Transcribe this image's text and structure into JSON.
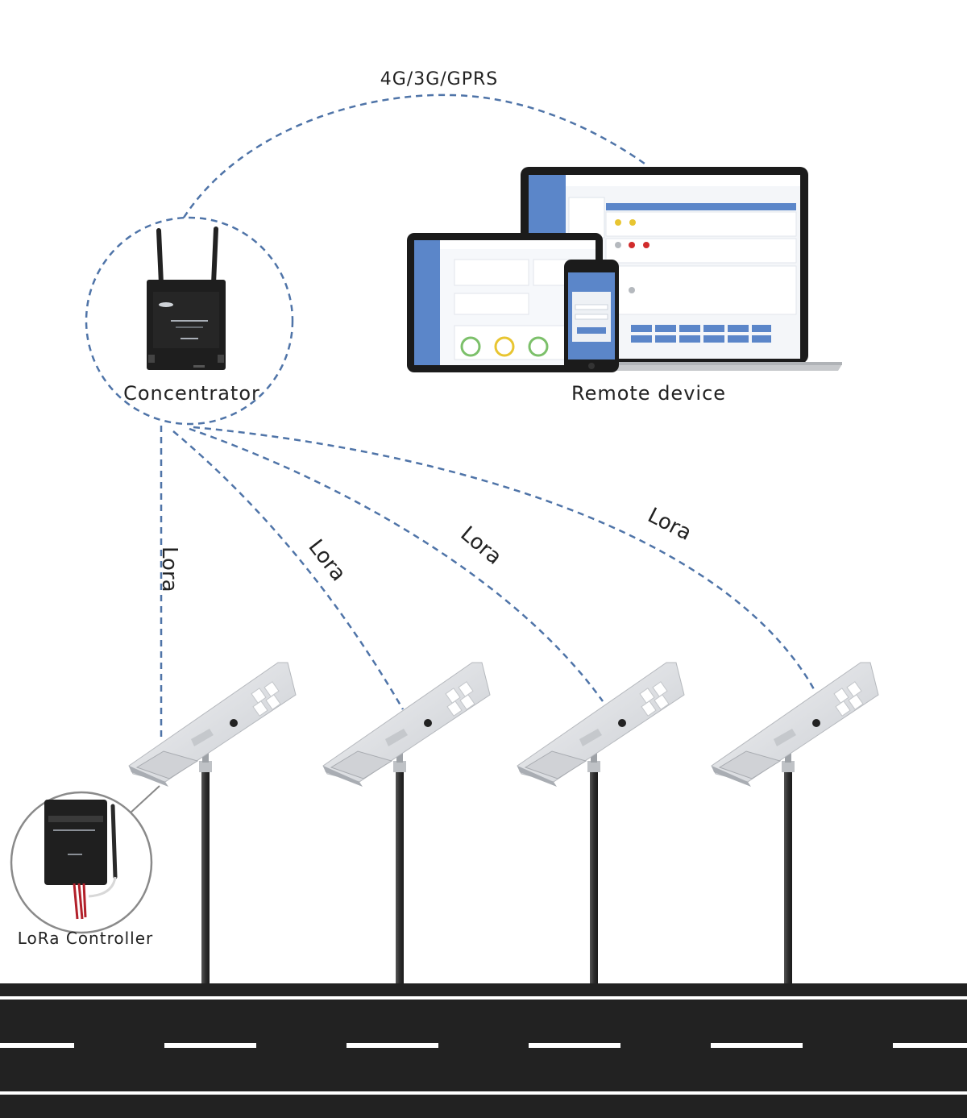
{
  "labels": {
    "uplink": "4G/3G/GPRS",
    "concentrator": "Concentrator",
    "remote_device": "Remote device",
    "lora_controller": "LoRa Controller",
    "lora_links": [
      "Lora",
      "Lora",
      "Lora",
      "Lora"
    ]
  },
  "colors": {
    "link_dashed": "#4f74a8",
    "road": "#222222",
    "road_marking": "#ffffff",
    "pole": "#3a3a3a",
    "device_black": "#1e1e1e",
    "screen_blue": "#5b86c9",
    "lamp_silver": "#d8dadd"
  },
  "icons": {
    "concentrator": "router-antenna-icon",
    "remote": "laptop-tablet-phone-icon",
    "controller": "lora-controller-icon",
    "streetlight": "solar-streetlight-icon"
  }
}
